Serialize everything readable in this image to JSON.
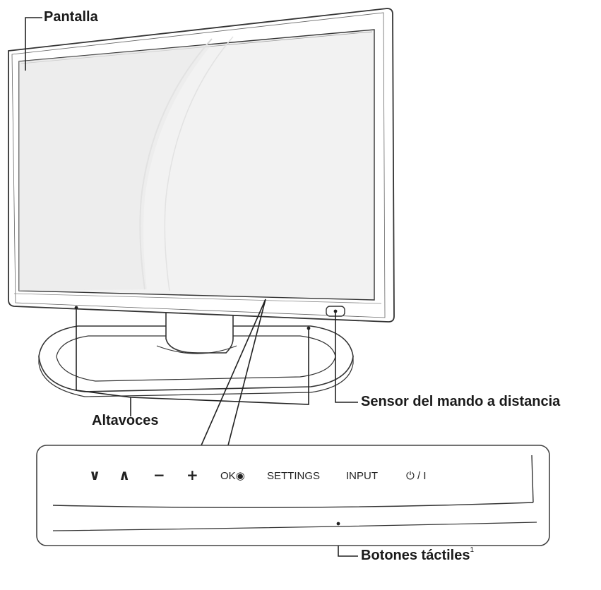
{
  "callouts": {
    "screen": "Pantalla",
    "speakers": "Altavoces",
    "remote_sensor": "Sensor del mando a distancia",
    "touch_buttons": "Botones táctiles",
    "touch_buttons_footnote": "1"
  },
  "touch_panel": {
    "buttons": {
      "down": "∨",
      "up": "∧",
      "minus": "−",
      "plus": "+",
      "ok": "OK◉",
      "settings": "SETTINGS",
      "input": "INPUT",
      "power": "⏻ / I"
    }
  }
}
